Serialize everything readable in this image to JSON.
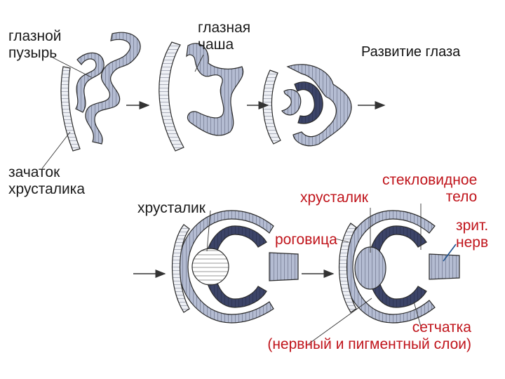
{
  "title": "Развитие глаза",
  "labels": {
    "optic_vesicle": "глазной\nпузырь",
    "optic_cup": "глазная\nчаша",
    "lens_placode": "зачаток\nхрусталика",
    "lens_1": "хрусталик",
    "lens_2": "хрусталик",
    "vitreous_body": "стекловидное\nтело",
    "cornea": "роговица",
    "optic_nerve": "зрит.\nнерв",
    "retina": "сетчатка\n(нервный и пигментный слои)"
  },
  "colors": {
    "tissue_light": "#aab3c9",
    "tissue_dark": "#3c4468",
    "outline": "#2a2a2a",
    "label_black": "#1a1a1a",
    "label_red": "#c0141b",
    "nerve_blue": "#1c4f8c"
  }
}
